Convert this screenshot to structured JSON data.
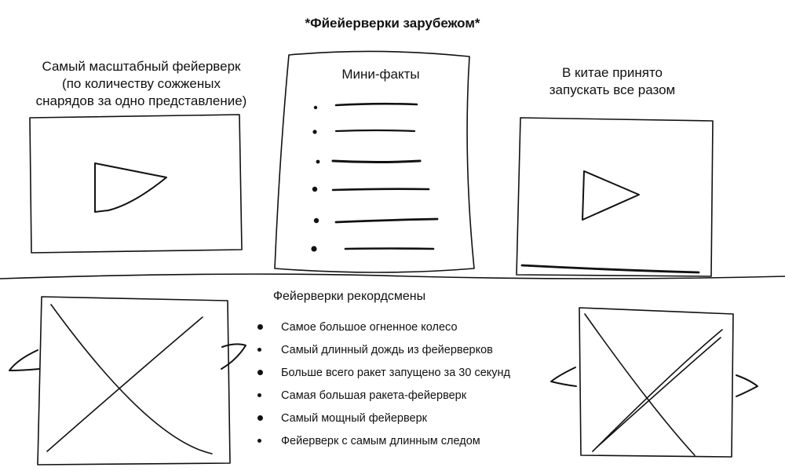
{
  "page_title": "*Фйейерверки зарубежом*",
  "left_video": {
    "caption": [
      "Самый масштабный фейерверк",
      "(по количеству сожженых",
      "снарядов за одно представление)"
    ],
    "icon": "play-icon"
  },
  "mini_facts": {
    "title": "Мини-факты",
    "bullet_count": 6
  },
  "right_video": {
    "caption": [
      "В китае принято",
      "запускать все разом"
    ],
    "icon": "play-icon"
  },
  "records": {
    "title": "Фейерверки рекордсмены",
    "items": [
      "Самое большое огненное колесо",
      "Самый длинный дождь из фейерверков",
      "Больше всего ракет запущено за 30 секунд",
      "Самая большая ракета-фейерверк",
      "Самый мощный фейерверк",
      "Фейерверк с самым длинным следом"
    ]
  },
  "carousel_left": {
    "icons": [
      "chevron-left-icon",
      "chevron-right-icon"
    ]
  },
  "carousel_right": {
    "icons": [
      "chevron-left-icon",
      "chevron-right-icon"
    ]
  }
}
